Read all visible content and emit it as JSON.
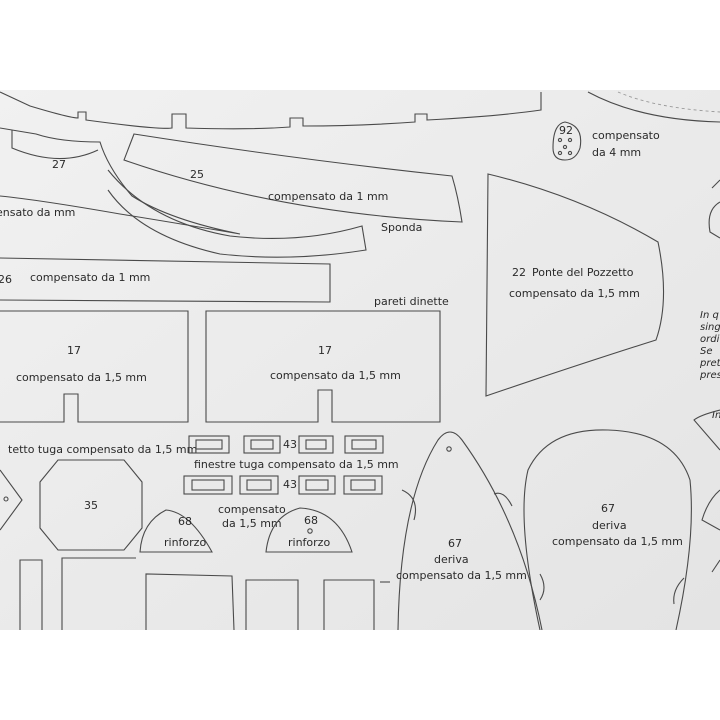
{
  "sheet": {
    "paper_color": "#ececec",
    "line_color": "#4a4a4a",
    "piece_92_num": "92",
    "piece_92_label_1": "compensato",
    "piece_92_label_2": "da 4 mm",
    "piece_27_num": "27",
    "piece_27_label": "ensato da  mm",
    "piece_25_num": "25",
    "piece_25_label": "compensato da 1 mm",
    "sponda_label": "Sponda",
    "piece_26_num": "26",
    "piece_26_label": "compensato da 1 mm",
    "pareti_label": "pareti dinette",
    "piece_22_num": "22",
    "piece_22_name": "Ponte del Pozzetto",
    "piece_22_label": "compensato da 1,5 mm",
    "piece_17a_num": "17",
    "piece_17a_label": "compensato da 1,5 mm",
    "piece_17b_num": "17",
    "piece_17b_label": "compensato da 1,5 mm",
    "tetto_label": "tetto tuga compensato da 1,5 mm",
    "piece_43a_num": "43",
    "finestre_label": "finestre tuga compensato da 1,5 mm",
    "piece_43b_num": "43",
    "piece_35_num": "35",
    "compensato_label_1": "compensato",
    "compensato_label_2": "da 1,5 mm",
    "piece_68a_num": "68",
    "piece_68a_label": "rinforzo",
    "piece_68b_num": "68",
    "piece_68b_label": "rinforzo",
    "piece_67a_num": "67",
    "piece_67a_name": "deriva",
    "piece_67a_label": "compensato da 1,5 mm",
    "piece_67b_num": "67",
    "piece_67b_name": "deriva",
    "piece_67b_label": "compensato da 1,5 mm",
    "side_note": [
      "In q",
      "sing",
      "ordi",
      "Se",
      "pret",
      "pres"
    ],
    "side_note_2": "In"
  }
}
